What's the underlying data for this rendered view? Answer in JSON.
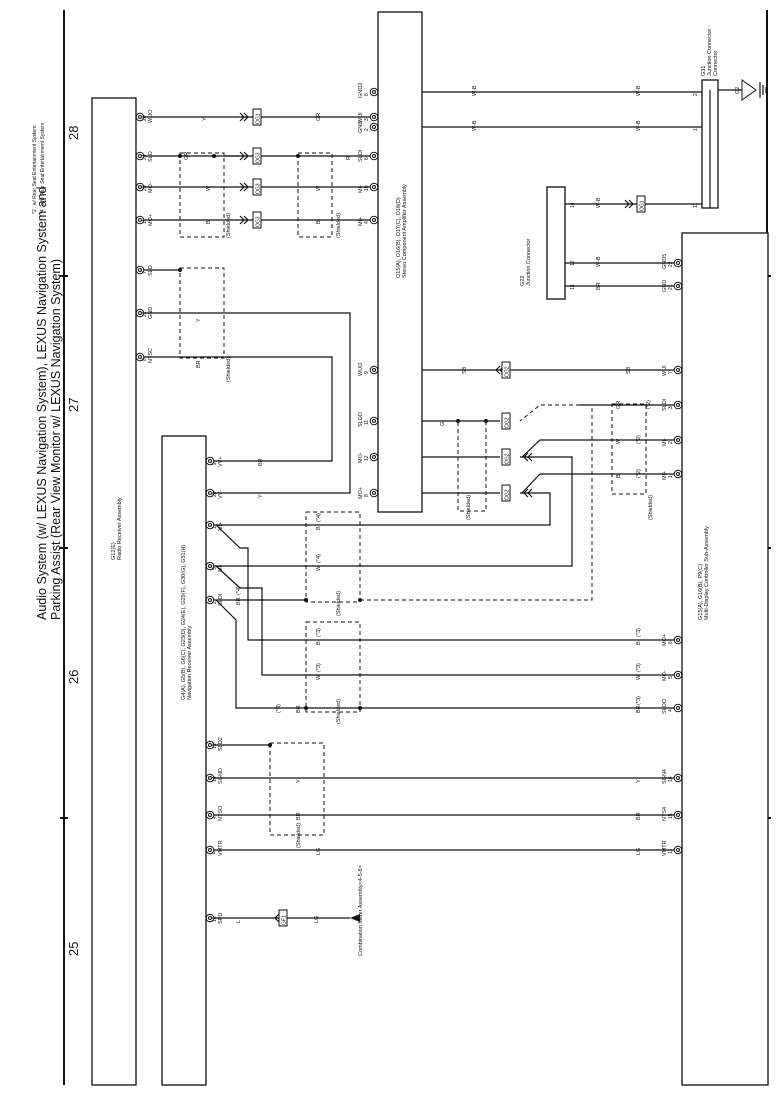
{
  "page": {
    "title_line1": "Audio System (w/ LEXUS Navigation System), LEXUS Navigation System and",
    "title_line2": "Parking Assist (Rear View Monitor w/ LEXUS Navigation System)",
    "footnote1": "*2 : w/ Rear Seat Entertainment System",
    "footnote2": "*4 : w/o Rear Seat Entertainment System",
    "zones": [
      "28",
      "27",
      "26",
      "25"
    ]
  },
  "components": {
    "radio": {
      "code": "G12(E)",
      "name": "Radio Receiver Assembly"
    },
    "nav": {
      "code": "G4(A), G5(B), G6(C), G23(D), G24(E), G29(F), G30(G), G31(H)",
      "name": "Navigation Receiver Assembly"
    },
    "amp": {
      "code": "O15(A), O16(B), O17(C), O18(D)",
      "name": "Stereo Component Amplifier Assembly"
    },
    "mdc": {
      "code": "G15(A), G16(B), P9(C)",
      "name": "Multi-Display Controller Sub-Assembly"
    },
    "j22": {
      "code": "G22",
      "name": "Junction Connector"
    },
    "j31": {
      "code": "G31",
      "name": "Junction Connector"
    },
    "ground": {
      "code": "G2"
    },
    "meter": {
      "name": "Combination Meter Assembly<4-5-8>"
    }
  },
  "radio_pins": [
    {
      "term": "WUO",
      "pin": "26"
    },
    {
      "term": "SLD",
      "pin": "24"
    },
    {
      "term": "MO-",
      "pin": "25"
    },
    {
      "term": "MO+",
      "pin": "11"
    },
    {
      "term": "SLD",
      "pin": "7"
    },
    {
      "term": "GND",
      "pin": "22"
    },
    {
      "term": "NTSC",
      "pin": "8"
    }
  ],
  "nav_pins": [
    {
      "term": "VV+",
      "pin": "9"
    },
    {
      "term": "VV-",
      "pin": "20"
    },
    {
      "term": "MI+",
      "pin": "1"
    },
    {
      "term": "MI-",
      "pin": "5"
    },
    {
      "term": "SLDI",
      "pin": "2"
    },
    {
      "term": "SLD2",
      "pin": "15"
    },
    {
      "term": "SGND",
      "pin": "14"
    },
    {
      "term": "NTSO",
      "pin": "4"
    },
    {
      "term": "VMTR",
      "pin": "4"
    },
    {
      "term": "SPD",
      "pin": "18"
    }
  ],
  "amp_pins": [
    {
      "term": "WUI",
      "pin": "3"
    },
    {
      "term": "SLDI",
      "pin": "6"
    },
    {
      "term": "MI-",
      "pin": "10"
    },
    {
      "term": "MI+",
      "pin": "4"
    },
    {
      "term": "GND2",
      "pin": "8"
    },
    {
      "term": "GND",
      "pin": "2"
    },
    {
      "term": "WUO",
      "pin": "9"
    },
    {
      "term": "SLDO",
      "pin": "11"
    },
    {
      "term": "MO-",
      "pin": "12"
    },
    {
      "term": "MO+",
      "pin": "8"
    }
  ],
  "mdc_pins": [
    {
      "term": "GND5",
      "pin": "22"
    },
    {
      "term": "GND",
      "pin": "21"
    },
    {
      "term": "WUI",
      "pin": "7"
    },
    {
      "term": "SLDI",
      "pin": "3"
    },
    {
      "term": "MI-",
      "pin": "2"
    },
    {
      "term": "MI+",
      "pin": "1"
    },
    {
      "term": "MO+",
      "pin": "6"
    },
    {
      "term": "MO-",
      "pin": "5"
    },
    {
      "term": "SLDO",
      "pin": "4"
    },
    {
      "term": "SGN4",
      "pin": "16"
    },
    {
      "term": "NTS4",
      "pin": "15"
    },
    {
      "term": "VMTR",
      "pin": "11"
    }
  ],
  "wire_colors": {
    "y": "Y",
    "gr": "GR",
    "r": "R",
    "w": "W",
    "b": "B",
    "br": "BR",
    "wb": "W-B",
    "sb": "SB",
    "g": "G",
    "lg": "LG",
    "l": "L"
  },
  "splice_labels": {
    "og1": "OG1",
    "og2": "OG2",
    "og3": "OG3",
    "gf1": "GF1"
  },
  "misc": {
    "shielded": "(Shielded)",
    "note_x2": "(*2)",
    "note_x4": "(*4)"
  }
}
